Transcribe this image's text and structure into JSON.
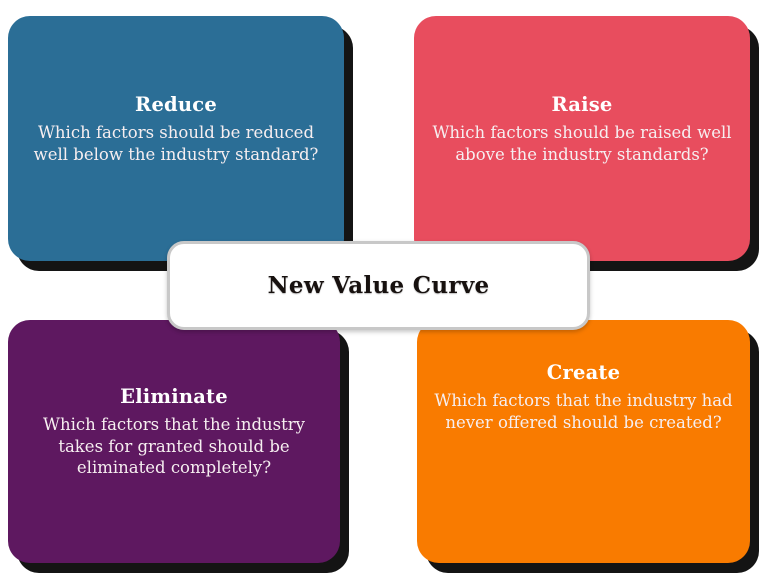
{
  "diagram": {
    "title": "New Value Curve",
    "center": {
      "label": "New Value Curve"
    },
    "quadrants": [
      {
        "key": "reduce",
        "title": "Reduce",
        "question": "Which factors should be reduced well below the industry standard?",
        "color": "#2B6E96",
        "position": "top-left"
      },
      {
        "key": "raise",
        "title": "Raise",
        "question": "Which factors should be raised well above the industry standards?",
        "color": "#E84D5E",
        "position": "top-right"
      },
      {
        "key": "eliminate",
        "title": "Eliminate",
        "question": "Which factors that the industry takes for granted should be eliminated completely?",
        "color": "#5E1860",
        "position": "bottom-left"
      },
      {
        "key": "create",
        "title": "Create",
        "question": "Which factors that the industry had never offered should be created?",
        "color": "#F97B00",
        "position": "bottom-right"
      }
    ],
    "colors": {
      "background": "#FFFFFF",
      "shadow": "#0A0A0A",
      "center_border": "#C8C8C8",
      "center_fill": "#FFFFFF",
      "center_text": "#17110F",
      "card_title_text": "#FFFFFF",
      "card_body_text": "#F6EEF0"
    }
  }
}
